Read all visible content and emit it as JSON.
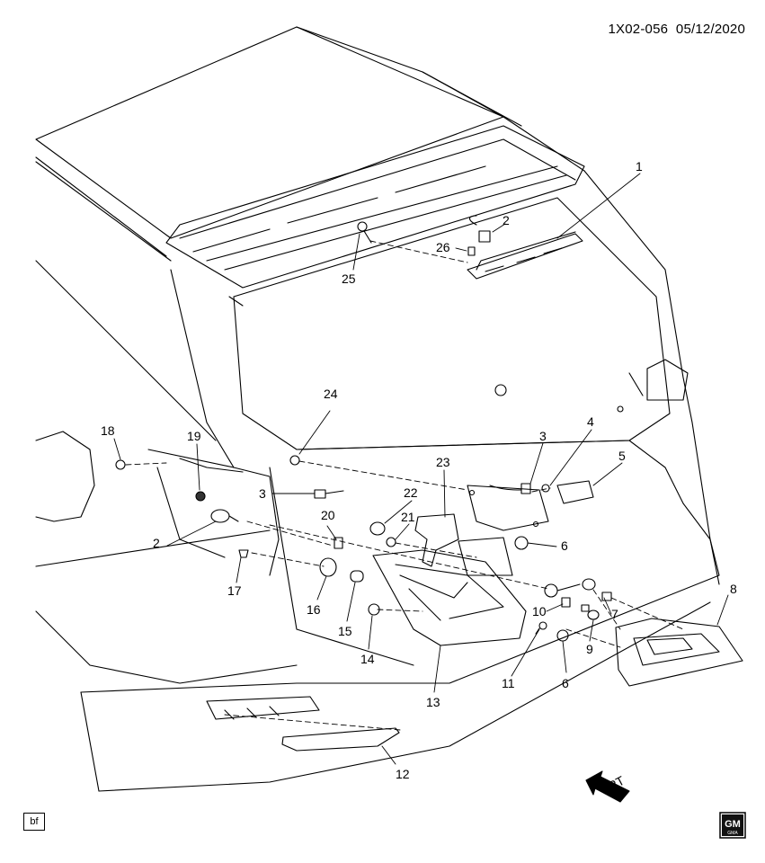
{
  "header": {
    "diagram_id": "1X02-056",
    "date": "05/12/2020"
  },
  "badge_text": "bf",
  "logo": {
    "text": "GM",
    "subtext": "GMA"
  },
  "front_arrow_label": "FRT",
  "callouts": [
    "1",
    "2",
    "25",
    "26",
    "24",
    "18",
    "19",
    "3",
    "2",
    "17",
    "20",
    "16",
    "15",
    "14",
    "22",
    "21",
    "23",
    "3",
    "4",
    "5",
    "6",
    "13",
    "11",
    "10",
    "9",
    "7",
    "8",
    "6",
    "12"
  ]
}
